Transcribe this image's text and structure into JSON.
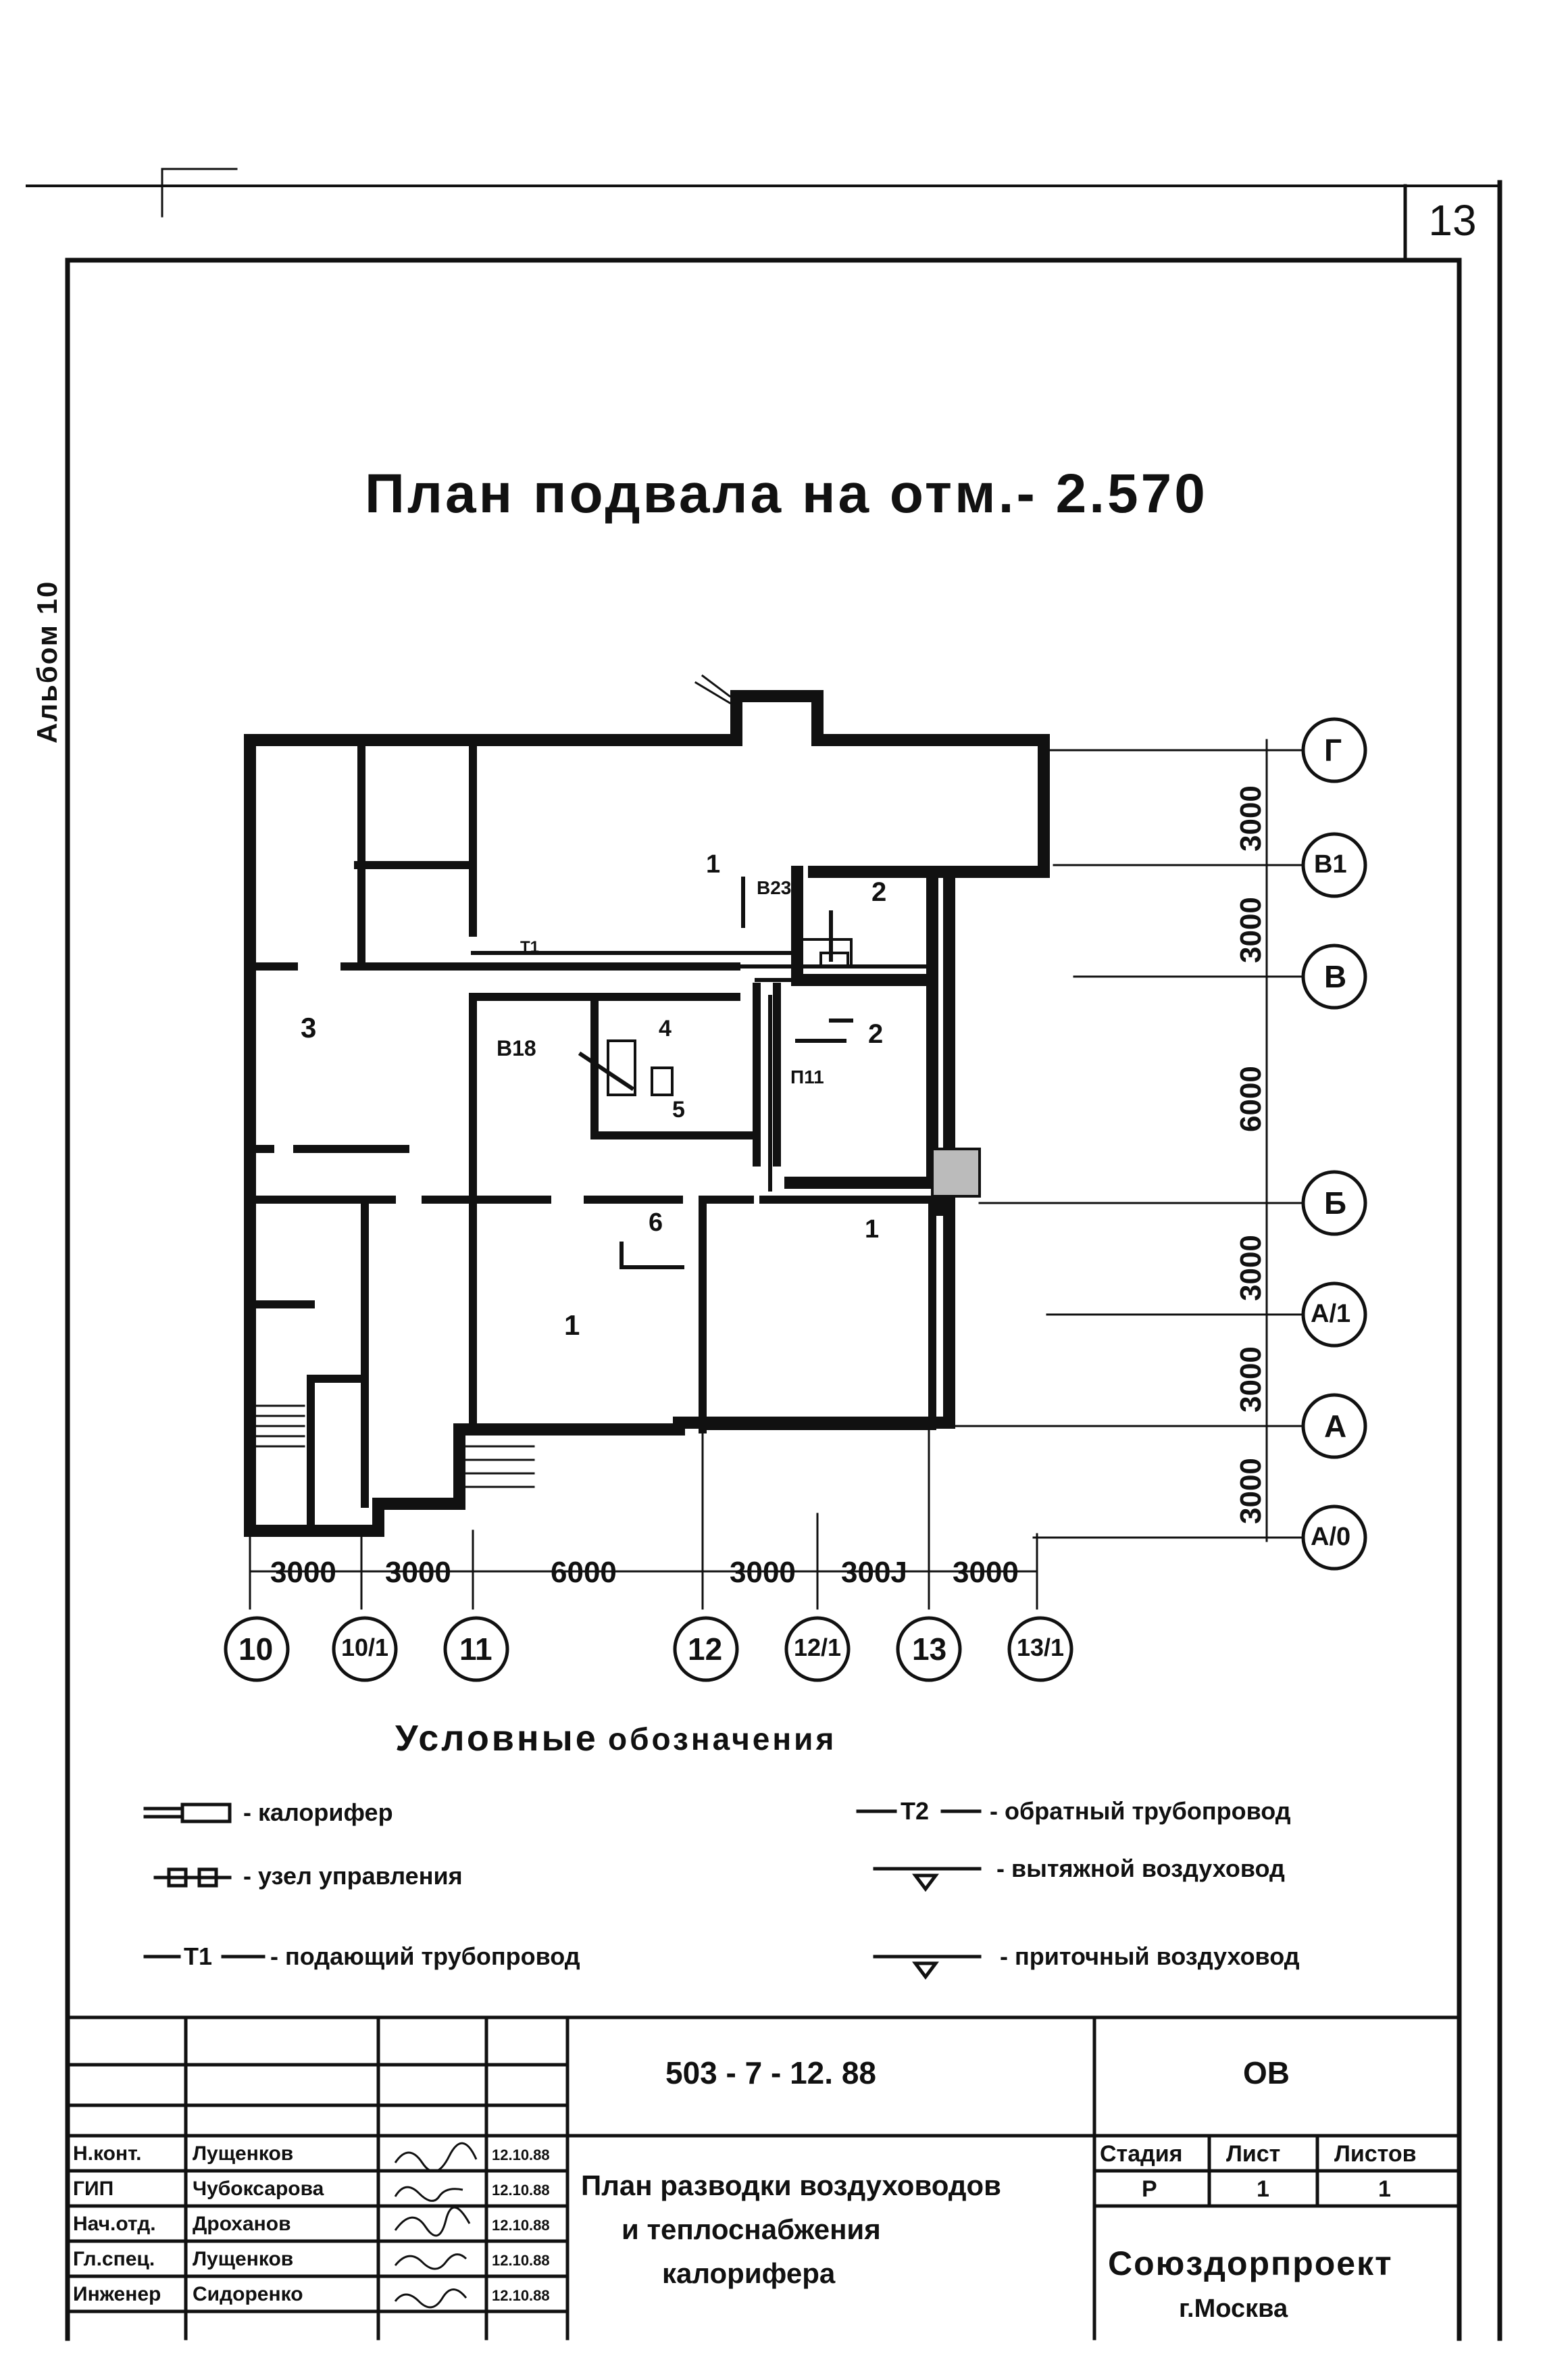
{
  "sheet": {
    "number": "13",
    "album": "Альбом 10"
  },
  "plan": {
    "title": "План подвала на отм.- 2.570",
    "room_labels": [
      "1",
      "1",
      "1",
      "2",
      "2",
      "3",
      "4",
      "5",
      "6"
    ],
    "equipment_labels": {
      "b18": "В18",
      "b23": "В23",
      "p11": "П11",
      "t1_line": "Т1"
    }
  },
  "axes": {
    "horizontal": [
      "10",
      "10/1",
      "11",
      "12",
      "12/1",
      "13",
      "13/1"
    ],
    "vertical": [
      "Г",
      "В1",
      "В",
      "Б",
      "А/1",
      "А",
      "А/0"
    ],
    "horizontal_dims": [
      "3000",
      "3000",
      "6000",
      "3000",
      "300J",
      "3000"
    ],
    "vertical_dims": [
      "3000",
      "3000",
      "6000",
      "3000",
      "3000",
      "3000"
    ]
  },
  "legend": {
    "title_part1": "Условные",
    "title_part2": "обозначения",
    "items": {
      "heater": "- калорифер",
      "control_node": "- узел управления",
      "supply_pipe_code": "Т1",
      "supply_pipe": "- подающий трубопровод",
      "return_pipe_code": "Т2",
      "return_pipe": "- обратный трубопровод",
      "exhaust_duct": "- вытяжной воздуховод",
      "supply_duct": "- приточный воздуховод"
    }
  },
  "title_block": {
    "code": "503 - 7 - 12. 88",
    "section": "ОВ",
    "drawing_title_line1": "План разводки воздуховодов",
    "drawing_title_line2": "и теплоснабжения",
    "drawing_title_line3": "калорифера",
    "stage_header": "Стадия",
    "sheet_header": "Лист",
    "sheets_header": "Листов",
    "stage": "Р",
    "sheet": "1",
    "sheets": "1",
    "organization": "Союздорпроект",
    "city": "г.Москва",
    "signatures": [
      {
        "role": "Н.конт.",
        "name": "Лущенков",
        "date": "12.10.88"
      },
      {
        "role": "ГИП",
        "name": "Чубоксарова",
        "date": "12.10.88"
      },
      {
        "role": "Нач.отд.",
        "name": "Дроханов",
        "date": "12.10.88"
      },
      {
        "role": "Гл.спец.",
        "name": "Лущенков",
        "date": "12.10.88"
      },
      {
        "role": "Инженер",
        "name": "Сидоренко",
        "date": "12.10.88"
      }
    ]
  }
}
